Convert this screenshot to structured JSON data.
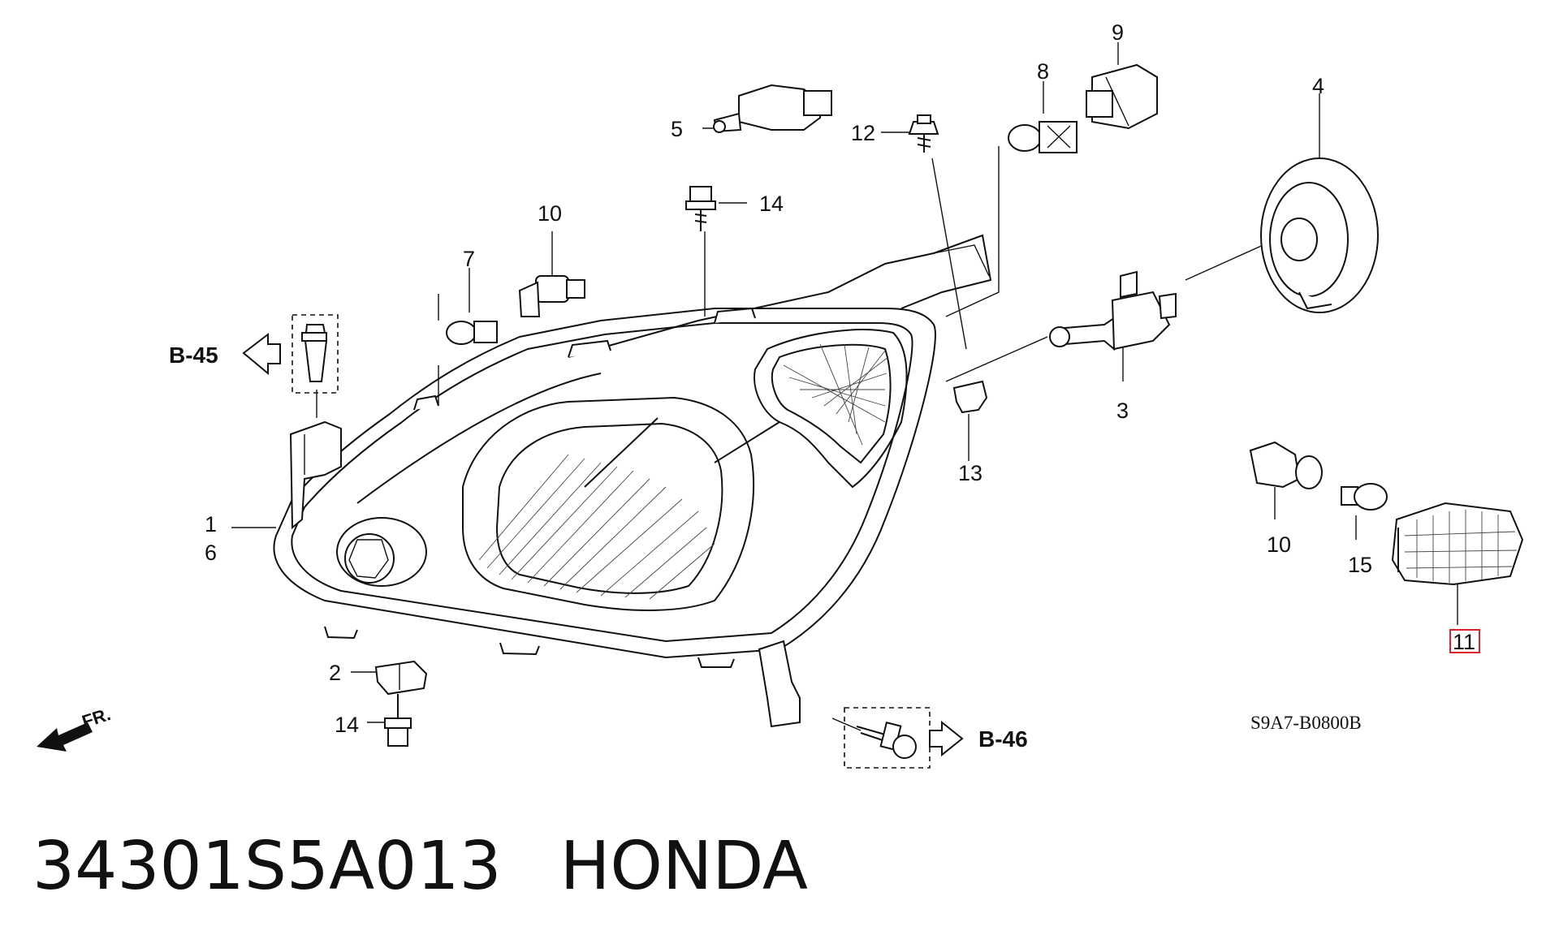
{
  "callouts": {
    "n1": "1",
    "n2": "2",
    "n3": "3",
    "n4": "4",
    "n5": "5",
    "n6": "6",
    "n7": "7",
    "n8": "8",
    "n9": "9",
    "n10a": "10",
    "n10b": "10",
    "n11": "11",
    "n12": "12",
    "n13": "13",
    "n14a": "14",
    "n14b": "14",
    "n15": "15"
  },
  "references": {
    "b45": "B-45",
    "b46": "B-46"
  },
  "front_indicator": "FR.",
  "diagram_code": "S9A7-B0800B",
  "highlight_color": "#e0202a",
  "part": {
    "number": "34301S5A013",
    "brand": "HONDA"
  }
}
